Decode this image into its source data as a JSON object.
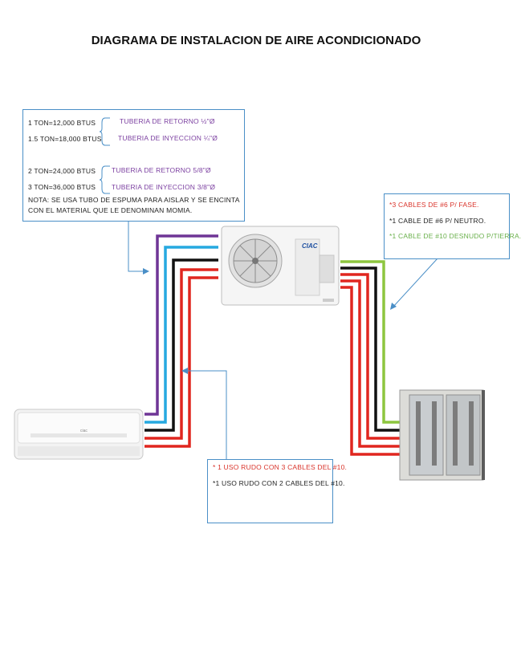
{
  "title": "DIAGRAMA DE INSTALACION DE AIRE ACONDICIONADO",
  "specs": {
    "row1_left": "1 TON=12,000 BTUS",
    "row2_left": "1.5 TON=18,000 BTUS",
    "row1_right": "TUBERIA DE RETORNO ½\"Ø",
    "row2_right": "TUBERIA DE INYECCION ¼\"Ø",
    "row3_left": "2 TON=24,000 BTUS",
    "row4_left": "3 TON=36,000 BTUS",
    "row3_right": "TUBERIA DE RETORNO 5/8\"Ø",
    "row4_right": "TUBERIA DE INYECCION 3/8\"Ø",
    "note": "NOTA: SE USA TUBO DE ESPUMA PARA AISLAR Y SE ENCINTA CON EL MATERIAL QUE LE DENOMINAN MOMIA."
  },
  "cables": {
    "line1": "*3 CABLES DE #6 P/ FASE.",
    "line2": "*1 CABLE DE #6 P/ NEUTRO.",
    "line3": "*1 CABLE DE #10 DESNUDO P/TIERRA."
  },
  "uso": {
    "line1": "* 1 USO RUDO CON 3 CABLES DEL #10.",
    "line2": "*1 USO RUDO CON 2 CABLES DEL #10."
  },
  "outdoor_brand": "CIAC",
  "colors": {
    "purple": "#6f3596",
    "blue": "#26a9e0",
    "black": "#111111",
    "red": "#e0261f",
    "green": "#8dc63f",
    "arrow": "#4a8fc7"
  }
}
